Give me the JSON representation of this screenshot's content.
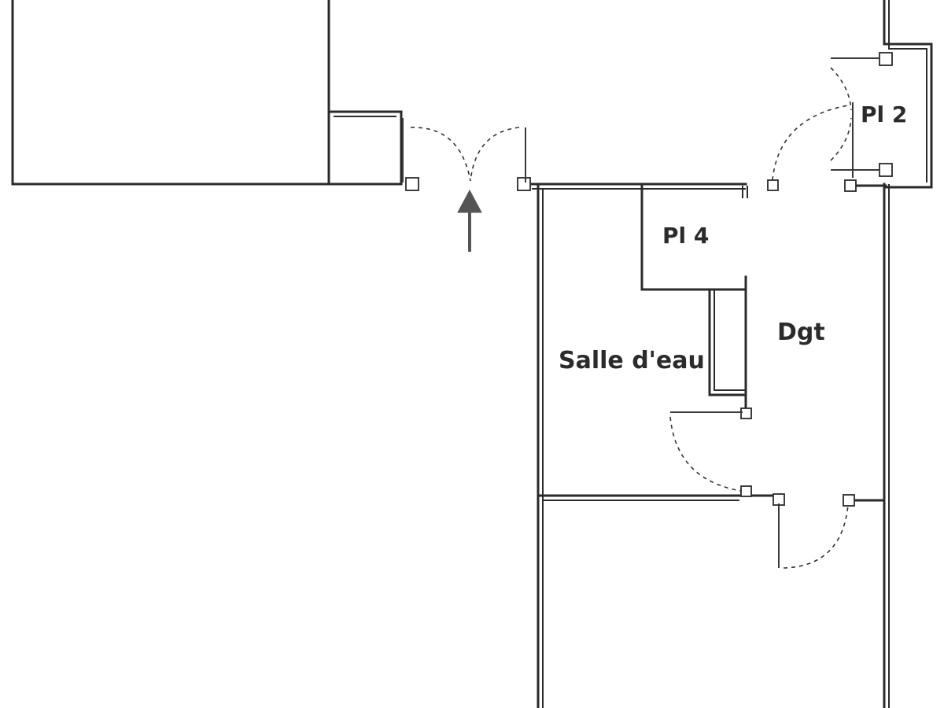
{
  "rooms": {
    "pl2": "Pl 2",
    "pl4": "Pl 4",
    "dgt": "Dgt",
    "salle_eau": "Salle d'eau"
  },
  "icons": {
    "entrance_arrow": "arrow-up-icon"
  }
}
